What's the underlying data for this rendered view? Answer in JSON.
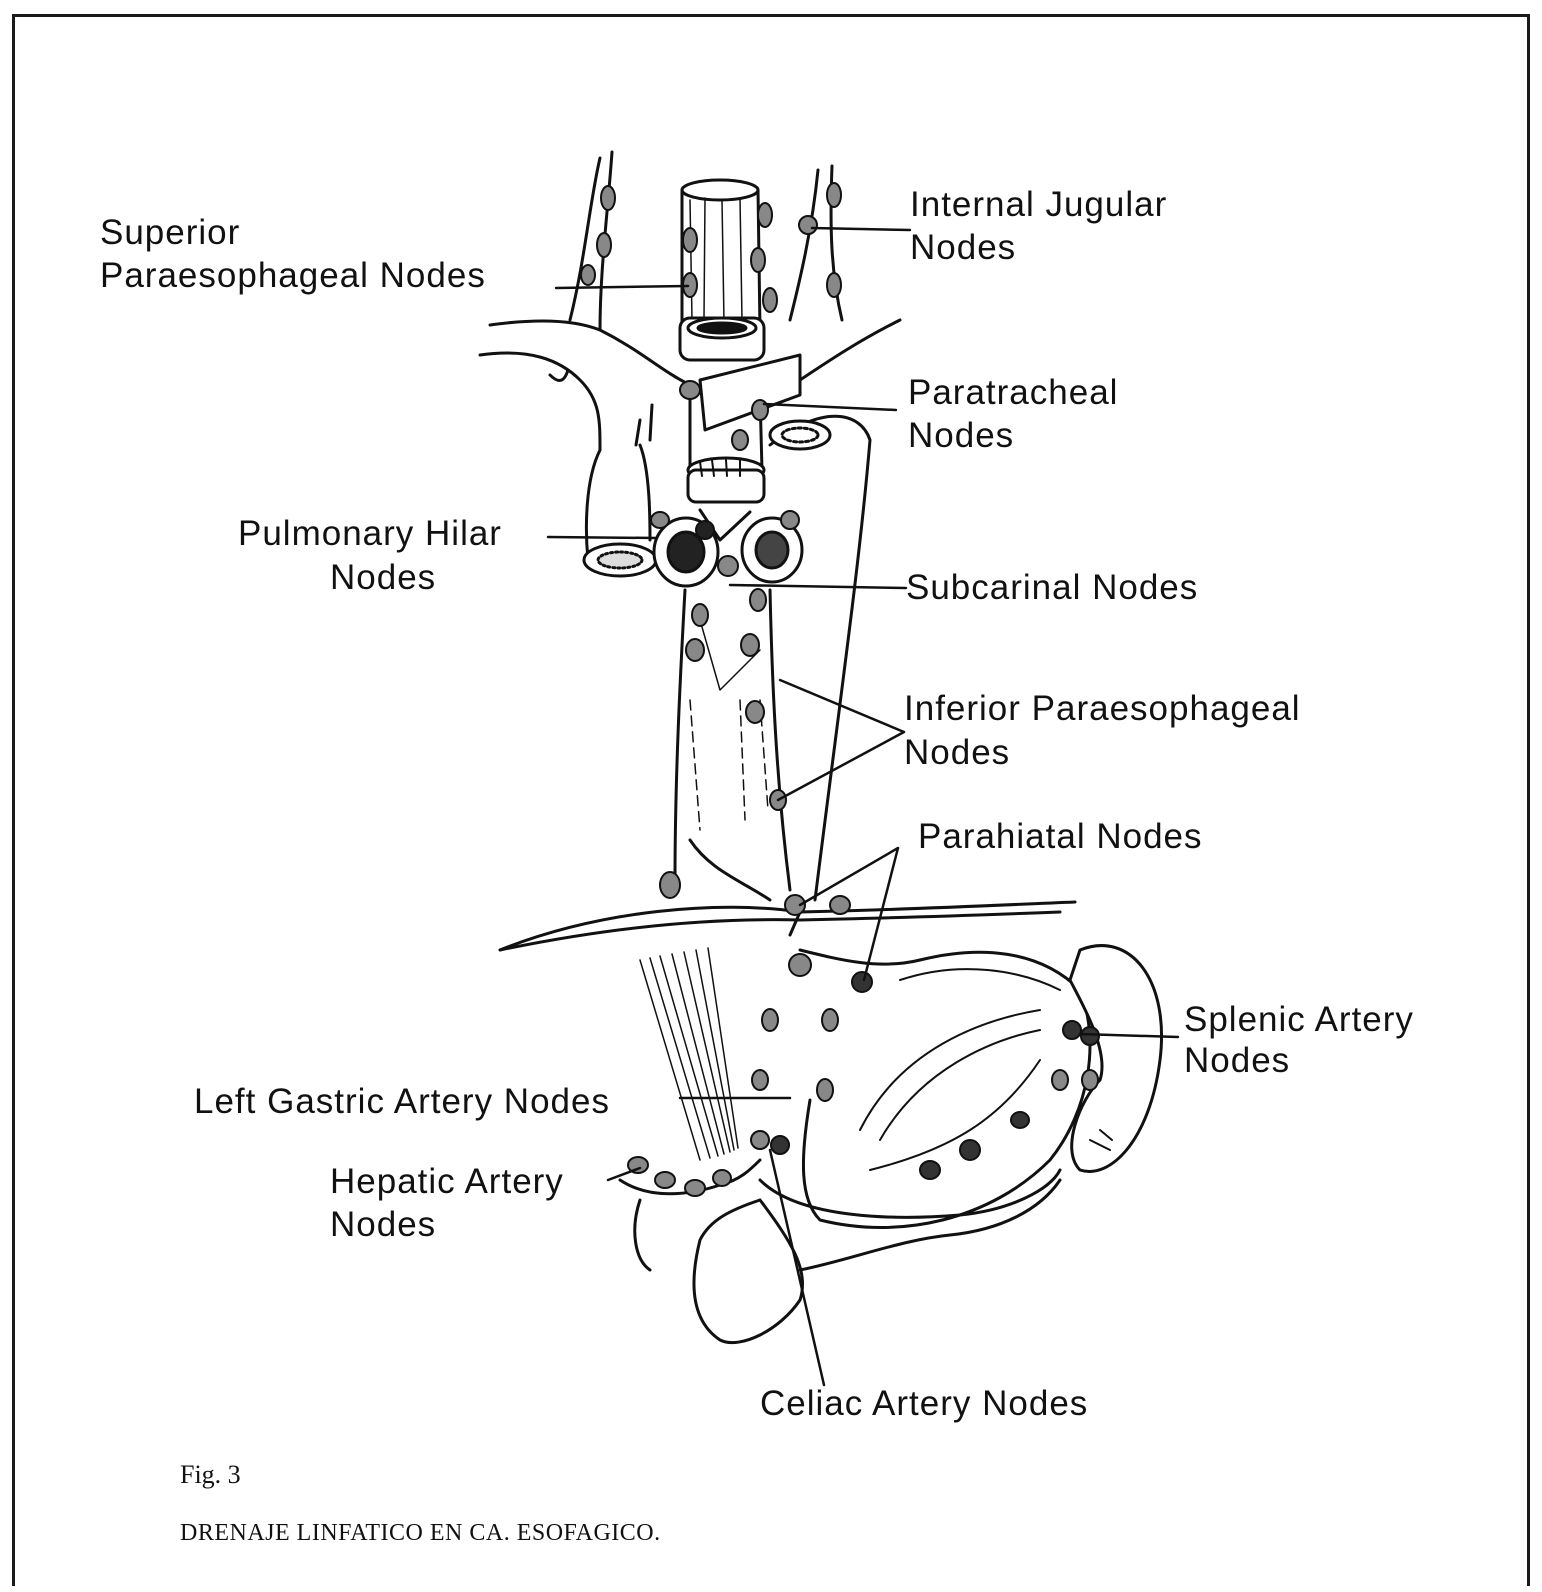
{
  "labels": {
    "superior_1": "Superior",
    "superior_2": "Paraesophageal Nodes",
    "jugular_1": "Internal Jugular",
    "jugular_2": "Nodes",
    "paratracheal_1": "Paratracheal",
    "paratracheal_2": "Nodes",
    "hilar_1": "Pulmonary Hilar",
    "hilar_2": "Nodes",
    "subcarinal": "Subcarinal Nodes",
    "inferior_1": "Inferior Paraesophageal",
    "inferior_2": "Nodes",
    "parahiatal": "Parahiatal Nodes",
    "splenic_1": "Splenic Artery",
    "splenic_2": "Nodes",
    "left_gastric": "Left Gastric Artery Nodes",
    "hepatic_1": "Hepatic Artery",
    "hepatic_2": "Nodes",
    "celiac": "Celiac Artery Nodes"
  },
  "caption": {
    "fig": "Fig. 3",
    "title": "DRENAJE LINFATICO EN CA. ESOFAGICO."
  },
  "colors": {
    "ink": "#111111",
    "paper": "#ffffff"
  }
}
